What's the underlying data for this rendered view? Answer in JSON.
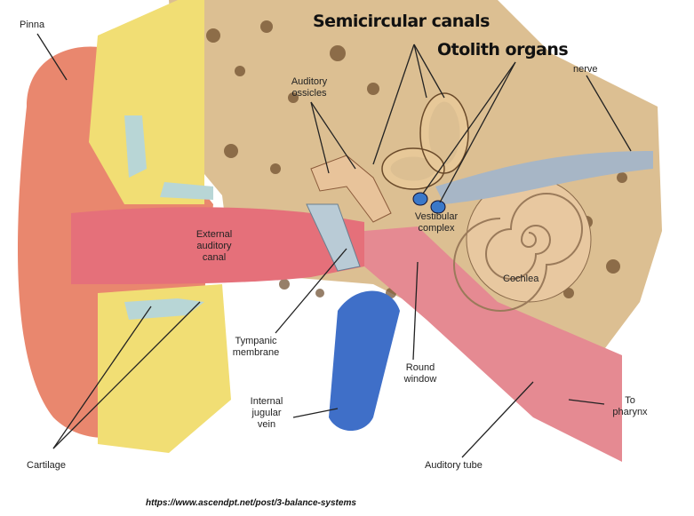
{
  "title_labels": {
    "semicircular": "Semicircular canals",
    "otolith": "Otolith organs"
  },
  "labels": {
    "pinna": "Pinna",
    "nerve": "nerve",
    "ossicles": "Auditory ossicles",
    "canal": "External auditory canal",
    "vestibular": "Vestibular complex",
    "cochlea": "Cochlea",
    "tympanic": "Tympanic membrane",
    "round_window": "Round window",
    "jugular": "Internal jugular vein",
    "pharynx": "To pharynx",
    "cartilage": "Cartilage",
    "tube": "Auditory tube"
  },
  "source": "https://www.ascendpt.net/post/3-balance-systems",
  "colors": {
    "skin": "#e9876e",
    "bone": "#d9b98a",
    "fat": "#f3e27a",
    "canal": "#e46a6e",
    "vein": "#3f6fc8",
    "otolith": "#3a78c9"
  }
}
